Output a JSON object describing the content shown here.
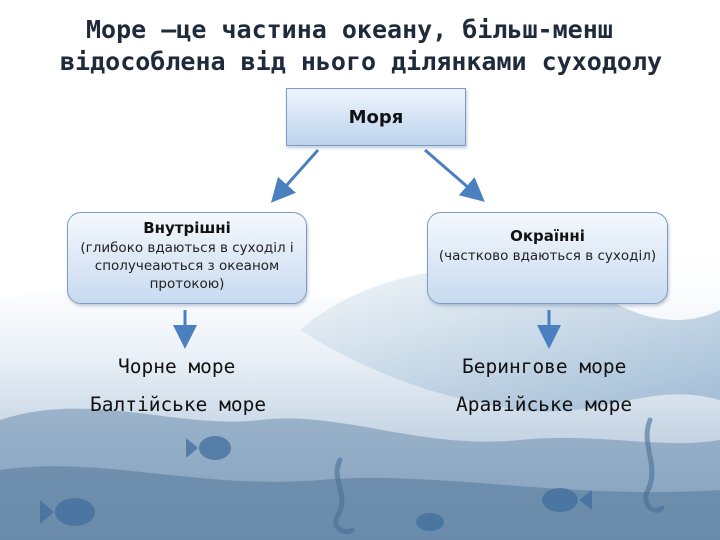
{
  "title": {
    "line1": "Море –це частина океану, більш-менш",
    "line2": "відособлена від нього ділянками суходолу"
  },
  "root": {
    "label": "Моря"
  },
  "left": {
    "heading": "Внутрішні",
    "description": "(глибоко вдаються в суходіл і сполучеаються з океаном протокою)",
    "examples": [
      "Чорне море",
      "Балтійське море"
    ]
  },
  "right": {
    "heading": "Окраїнні",
    "description": "(частково вдаються в суходіл)",
    "examples": [
      "Берингове море",
      "Аравійське море"
    ]
  },
  "colors": {
    "arrow": "#4a7fc0",
    "box_border": "#7d9cc4",
    "box_fill": "#c8daf0"
  }
}
